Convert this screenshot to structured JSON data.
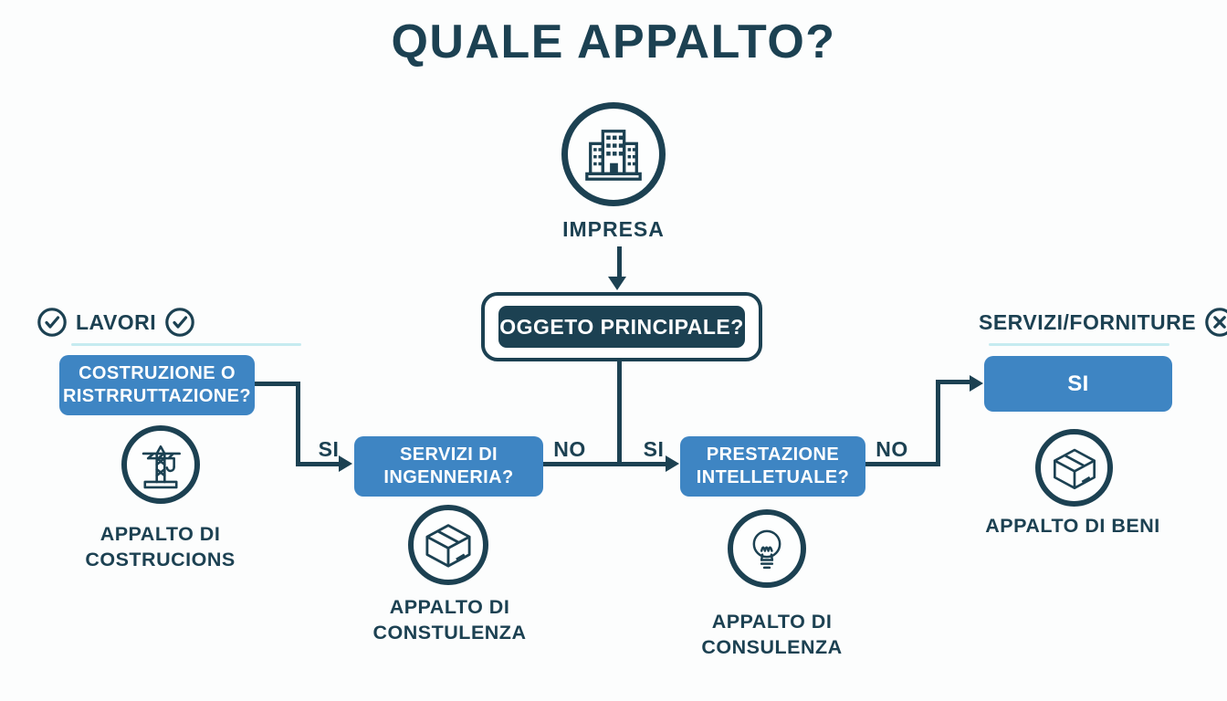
{
  "title": "QUALE APPALTO?",
  "impresa": {
    "label": "IMPRESA"
  },
  "main_question": {
    "label": "OGGETO PRINCIPALE?"
  },
  "branch_headers": {
    "lavori": "LAVORI",
    "servizi_forniture": "SERVIZI/FORNITURE"
  },
  "decision_boxes": {
    "costruzione": "COSTRUZIONE O RISTRRUTTAZIONE?",
    "ingegneria": "SERVIZI DI INGENNERIA?",
    "prestazione": "PRESTAZIONE INTELLETUALE?",
    "si_box": "SI"
  },
  "edge_labels": {
    "si_left": "SI",
    "no_left": "NO",
    "si_right": "SI",
    "no_right": "NO"
  },
  "outcomes": {
    "costruzioni": "APPALTO DI COSTRUCIONS",
    "constulenza": "APPALTO DI CONSTULENZA",
    "consulenza": "APPALTO DI CONSULENZA",
    "beni": "APPALTO DI BENI"
  },
  "icons": {
    "impresa": "building-icon",
    "lavori": "check-circle-icon",
    "servizi_forniture": "x-circle-icon",
    "costruzioni": "crane-icon",
    "constulenza": "package-icon",
    "consulenza": "lightbulb-icon",
    "beni": "package-icon"
  },
  "colors": {
    "dark_navy": "#1c4152",
    "box_blue": "#3e85c3",
    "box_text": "#ffffff",
    "underline": "#c6ebf0",
    "background": "#fcfdfd"
  }
}
